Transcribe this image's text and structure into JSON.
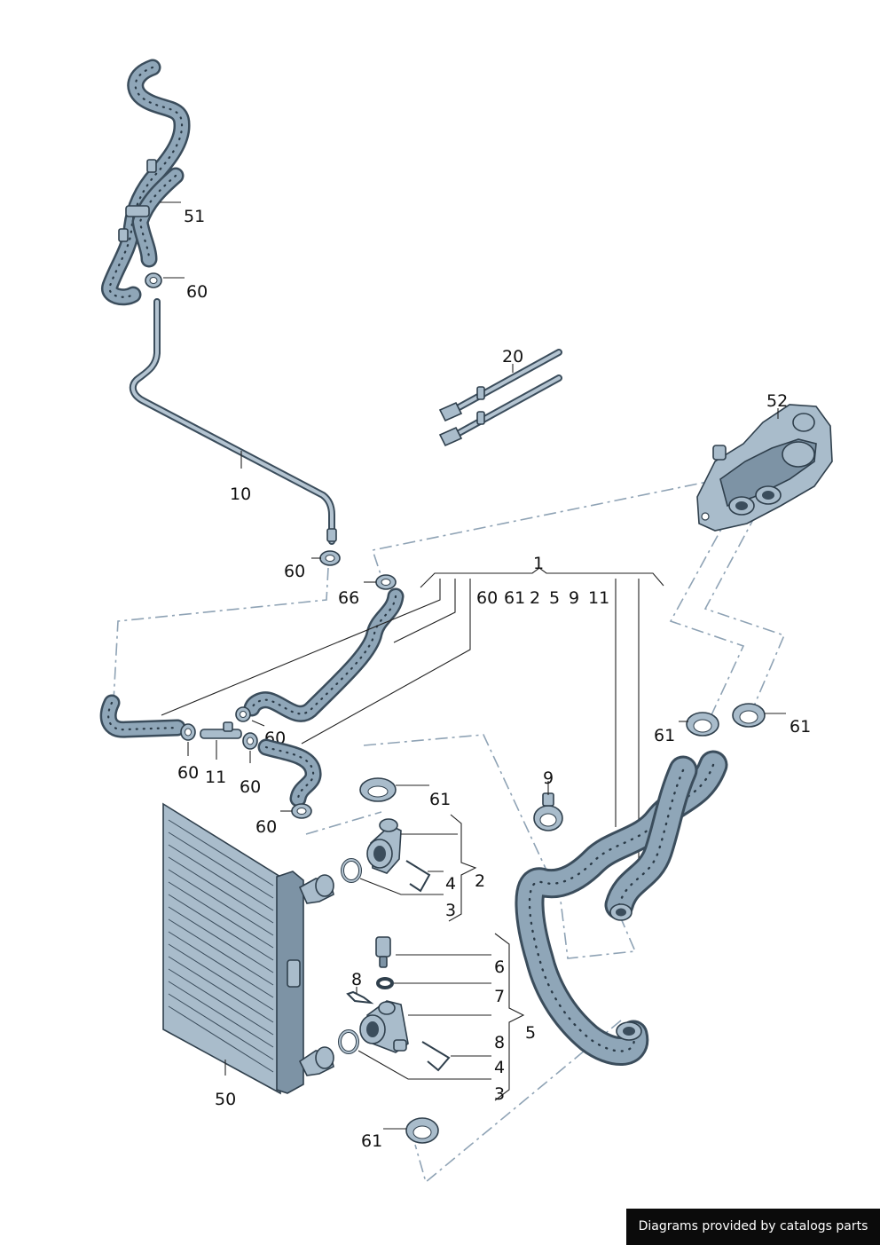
{
  "labels": {
    "l51": "51",
    "l60a": "60",
    "l10": "10",
    "l20": "20",
    "l52": "52",
    "l60b": "60",
    "l66": "66",
    "l1": "1",
    "g60": "60",
    "g61": "61",
    "g2": "2",
    "g5": "5",
    "g9": "9",
    "g11": "11",
    "l60c": "60",
    "l60d": "60",
    "l11": "11",
    "l60e": "60",
    "l61a": "61",
    "l61b": "61",
    "l9": "9",
    "l61c": "61",
    "l60f": "60",
    "l4a": "4",
    "l2": "2",
    "l3a": "3",
    "l6": "6",
    "l8a": "8",
    "l7": "7",
    "l8b": "8",
    "l5": "5",
    "l4b": "4",
    "l3b": "3",
    "l50": "50",
    "l61d": "61"
  },
  "footer": {
    "credit": "Diagrams provided by catalogs parts"
  },
  "colors": {
    "part": "#a9bccb",
    "outline": "#2f3f4c",
    "dash": "#8fa3b5",
    "credit_bg": "#0b0b0b"
  }
}
